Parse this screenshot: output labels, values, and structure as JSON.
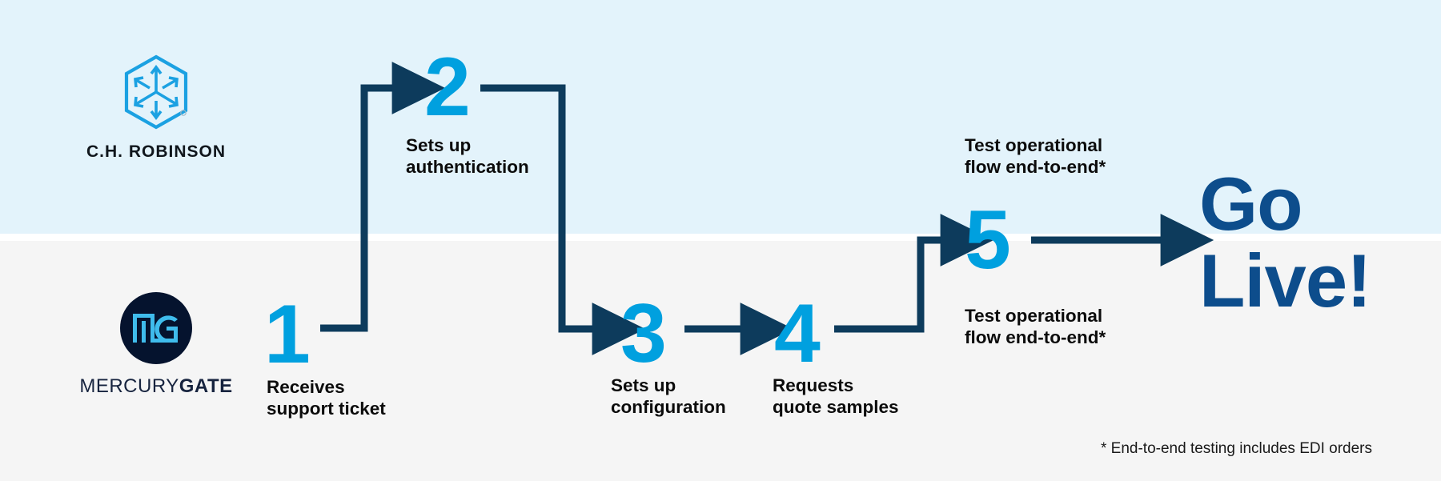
{
  "bands": {
    "top_color": "#e3f3fb",
    "bottom_color": "#f5f5f5",
    "divider_color": "#ffffff"
  },
  "theme": {
    "accent_cyan": "#00a0df",
    "connector_navy": "#0d3b5c",
    "golive_blue": "#0d4d8c",
    "mg_navy": "#05132e",
    "mg_cyan": "#3fbcec",
    "text_black": "#0c0c0c"
  },
  "logos": {
    "chrobinson": {
      "name": "ch-robinson-logo",
      "wordmark": "C.H. ROBINSON",
      "mark_icon": "hexagon-arrows-icon"
    },
    "mercurygate": {
      "name": "mercurygate-logo",
      "wordmark_light": "MERCURY",
      "wordmark_bold": "GATE",
      "mark_icon": "mg-monogram-icon"
    }
  },
  "steps": [
    {
      "number": "1",
      "label": "Receives\nsupport ticket",
      "lane": "bottom"
    },
    {
      "number": "2",
      "label": "Sets up\nauthentication",
      "lane": "top"
    },
    {
      "number": "3",
      "label": "Sets up\nconfiguration",
      "lane": "bottom"
    },
    {
      "number": "4",
      "label": "Requests\nquote samples",
      "lane": "bottom"
    },
    {
      "number": "5",
      "label_top": "Test operational\nflow end-to-end*",
      "label_bottom": "Test operational\nflow end-to-end*",
      "lane": "middle"
    }
  ],
  "outcome": {
    "label": "Go\nLive!"
  },
  "footnote": {
    "text": "* End-to-end testing includes EDI orders"
  },
  "chart_data": {
    "type": "diagram",
    "subtype": "swimlane-process-flow",
    "title": "",
    "lanes": [
      {
        "name": "C.H. ROBINSON",
        "position": "top",
        "background": "#e3f3fb"
      },
      {
        "name": "MERCURYGATE",
        "position": "bottom",
        "background": "#f5f5f5"
      }
    ],
    "nodes": [
      {
        "id": "1",
        "label": "Receives support ticket",
        "lane": "bottom"
      },
      {
        "id": "2",
        "label": "Sets up authentication",
        "lane": "top"
      },
      {
        "id": "3",
        "label": "Sets up configuration",
        "lane": "bottom"
      },
      {
        "id": "4",
        "label": "Requests quote samples",
        "lane": "bottom"
      },
      {
        "id": "5",
        "label": "Test operational flow end-to-end*",
        "lane": "both"
      },
      {
        "id": "go-live",
        "label": "Go Live!",
        "lane": "both"
      }
    ],
    "edges": [
      {
        "from": "1",
        "to": "2",
        "style": "elbow-up"
      },
      {
        "from": "2",
        "to": "3",
        "style": "elbow-down"
      },
      {
        "from": "3",
        "to": "4",
        "style": "straight"
      },
      {
        "from": "4",
        "to": "5",
        "style": "elbow-up"
      },
      {
        "from": "5",
        "to": "go-live",
        "style": "straight"
      }
    ]
  }
}
